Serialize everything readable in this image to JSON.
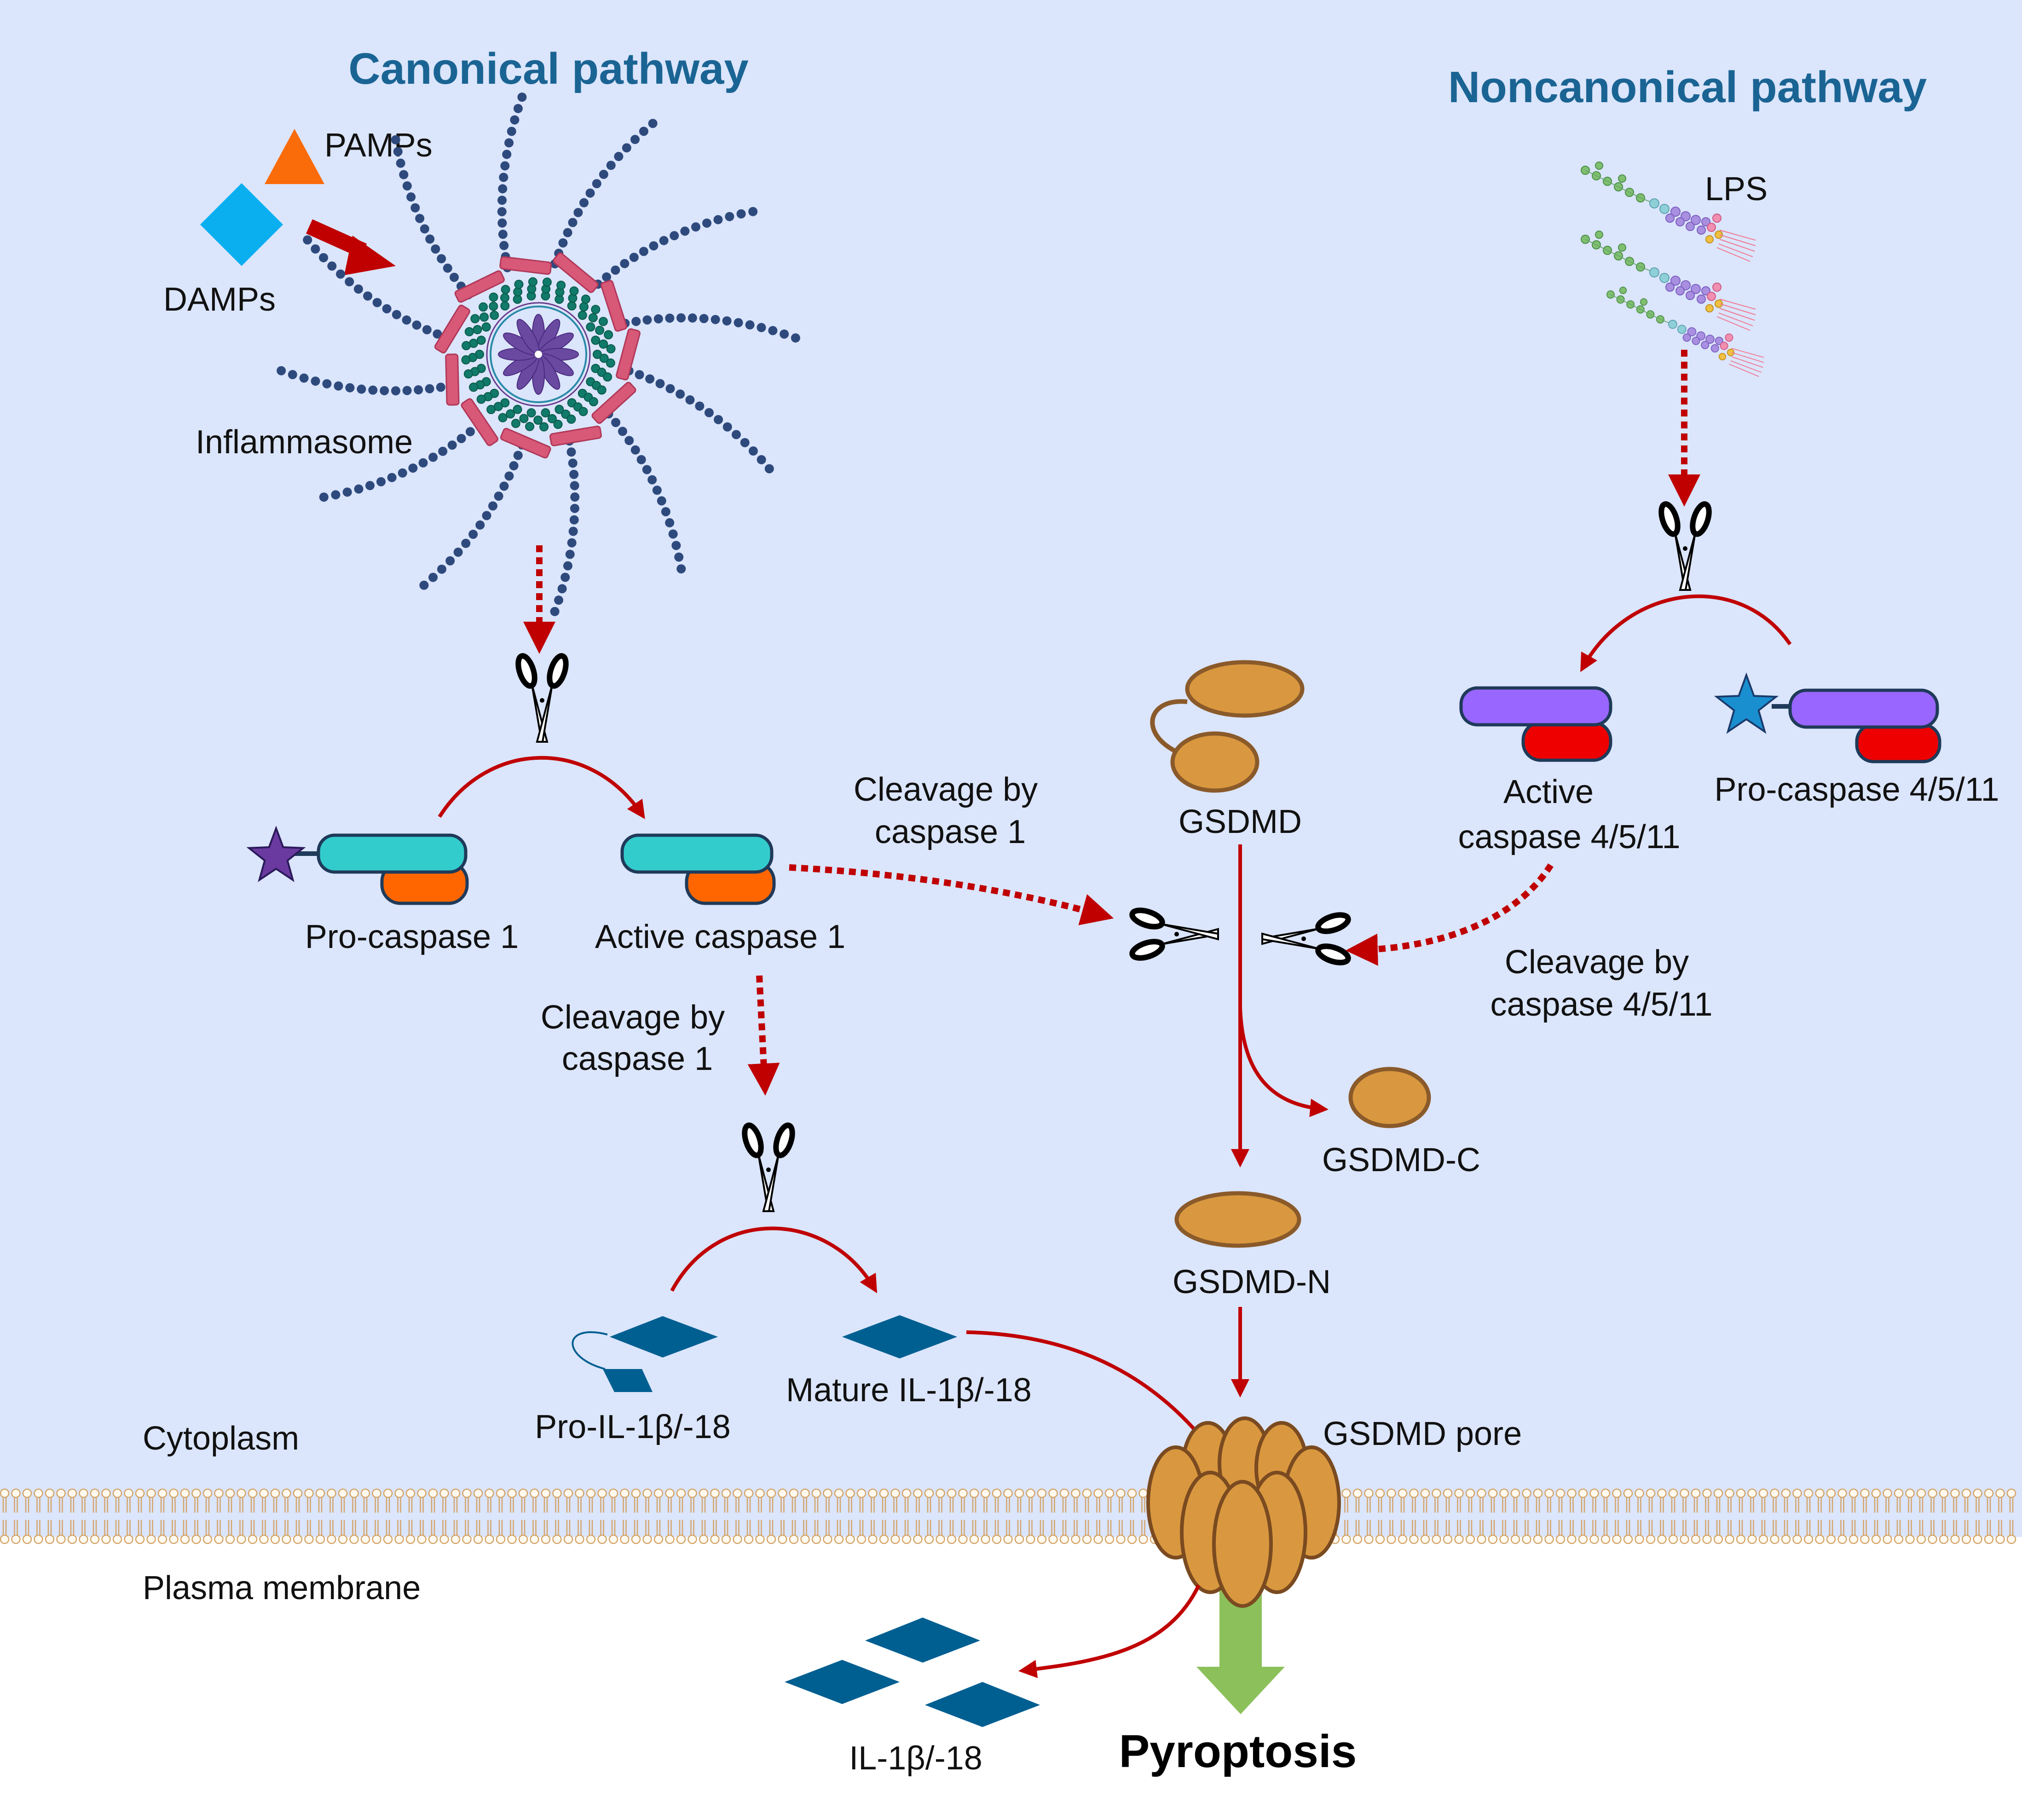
{
  "titles": {
    "canonical": "Canonical pathway",
    "noncanonical": "Noncanonical pathway"
  },
  "labels": {
    "pamps": "PAMPs",
    "damps": "DAMPs",
    "inflammasome": "Inflammasome",
    "lps": "LPS",
    "pro_caspase_1": "Pro-caspase 1",
    "active_caspase_1": "Active caspase 1",
    "cleavage_c1_mid_l1": "Cleavage by",
    "cleavage_c1_mid_l2": "caspase 1",
    "cleavage_c1_low_l1": "Cleavage by",
    "cleavage_c1_low_l2": "caspase 1",
    "gsdmd": "GSDMD",
    "active_caspase_4511_l1": "Active",
    "active_caspase_4511_l2": "caspase 4/5/11",
    "pro_caspase_4511": "Pro-caspase 4/5/11",
    "cleavage_c4511_l1": "Cleavage by",
    "cleavage_c4511_l2": "caspase 4/5/11",
    "gsdmd_c": "GSDMD-C",
    "gsdmd_n": "GSDMD-N",
    "mature_il": "Mature IL-1β/-18",
    "pro_il": "Pro-IL-1β/-18",
    "cytoplasm": "Cytoplasm",
    "gsdmd_pore": "GSDMD pore",
    "plasma_membrane": "Plasma membrane",
    "il": "IL-1β/-18",
    "pyroptosis": "Pyroptosis"
  },
  "colors": {
    "cytoplasm_bg": "#dbe5fb",
    "title_blue": "#1a6494",
    "arrow_red": "#c00000",
    "pamps_orange": "#fa6b0a",
    "damps_cyan": "#0aaff0",
    "caspase1_teal": "#33cccc",
    "caspase_orange": "#ff6600",
    "caspase4511_purple": "#9966ff",
    "caspase4511_red": "#ee0000",
    "gsdmd_tan": "#d9983f",
    "gsdmd_outline": "#8a5a2a",
    "il_blue": "#005f91",
    "pyroptosis_green": "#8bc05a",
    "membrane_tan": "#e3b880",
    "inflammasome_navy": "#2e4a7d",
    "inflammasome_pink": "#d85878",
    "inflammasome_teal": "#117a6a",
    "inflammasome_purple": "#6a4aa0"
  },
  "icons": [
    "scissors-icon",
    "star-icon",
    "triangle-icon",
    "diamond-icon"
  ]
}
